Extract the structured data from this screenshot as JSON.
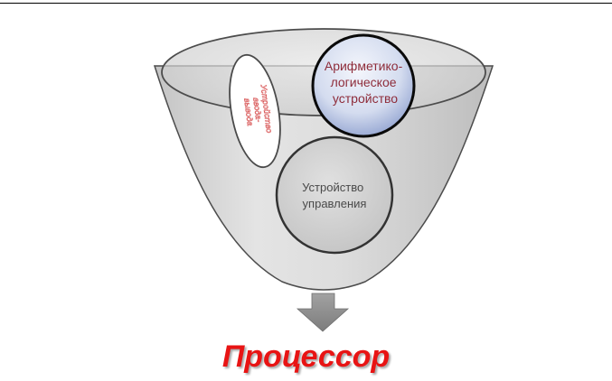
{
  "diagram": {
    "io_unit": {
      "lines": [
        "Устройство",
        "ввода-",
        "вывода"
      ]
    },
    "alu": {
      "lines": [
        "Арифметико-",
        "логическое",
        "устройство"
      ]
    },
    "control_unit": {
      "lines": [
        "Устройство",
        "управления"
      ]
    }
  },
  "caption": "Процессор",
  "colors": {
    "funnel_fill": "#d6d6d6",
    "alu_fill": "#c9d3ea",
    "caption": "#e81414",
    "arrow": "#8c8c8c"
  }
}
